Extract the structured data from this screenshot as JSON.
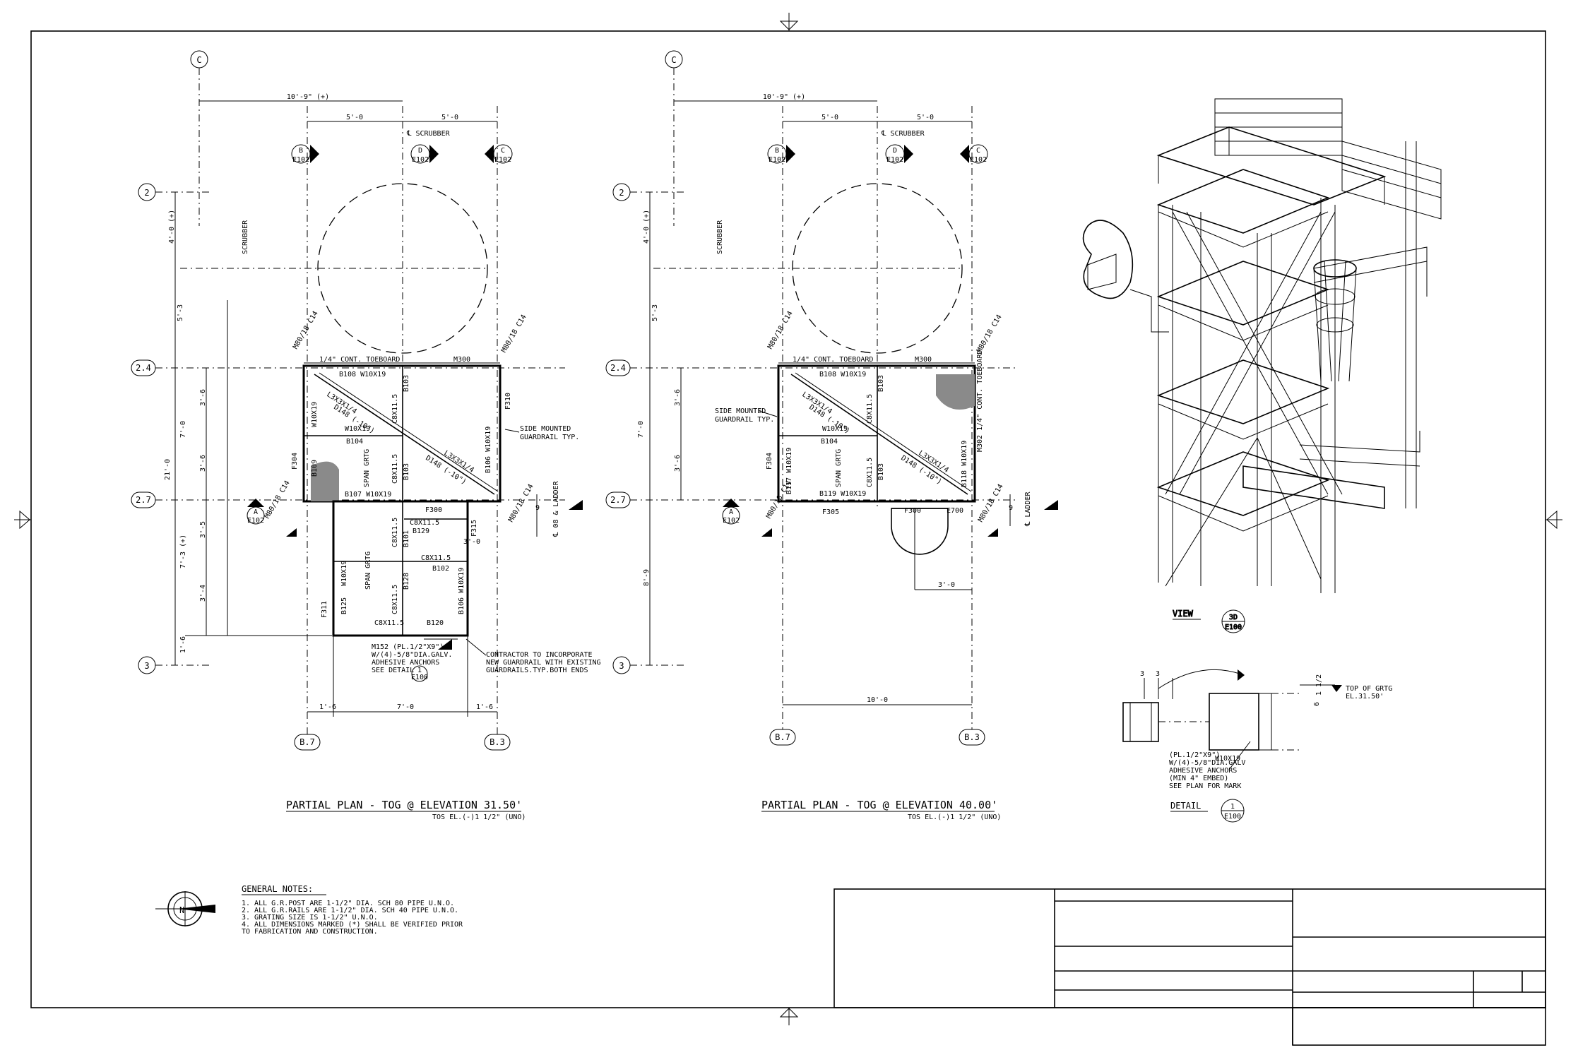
{
  "plan1": {
    "title": "PARTIAL PLAN - TOG @ ELEVATION 31.50'",
    "subtitle": "TOS EL.(-)1 1/2\" (UNO)",
    "grid": {
      "c": "C",
      "r2": "2",
      "r24": "2.4",
      "r27": "2.7",
      "r3": "3",
      "b7": "B.7",
      "b3": "B.3"
    },
    "dims": {
      "top_overall": "10'-9\" (+)",
      "top_left": "5'-0",
      "top_right": "5'-0",
      "left_a": "4'-0 (+)",
      "left_b": "5'-3",
      "left_c": "3'-6",
      "left_d": "3'-6",
      "left_e": "3'-5",
      "left_f": "3'-4",
      "left_g": "1'-6",
      "left_overall_1": "7'-0",
      "left_overall_2": "21'-0",
      "left_overall_3": "7'-3 (+)",
      "bot_left": "1'-6",
      "bot_mid": "7'-0",
      "bot_right": "1'-6",
      "small_30": "3'-0",
      "small_9": "9"
    },
    "sections": {
      "b": "B",
      "d": "D",
      "c": "C",
      "a": "A",
      "sheet": "E102"
    },
    "scrubber": "SCRUBBER",
    "cl_scrubber": "℄ SCRUBBER",
    "toeboard": "1/4\" CONT. TOEBOARD",
    "m300": "M300",
    "members": {
      "b108": "B108  W10X19",
      "b103": "B103",
      "c8a": "C8X11.5",
      "w10": "W10X19",
      "b104": "B104",
      "b109": "B109",
      "f304": "F304",
      "b107": "B107  W10X19",
      "f310": "F310",
      "b106a": "B106 W10X19",
      "l3": "L3X3X1/4",
      "d148": "D148 (-10\")",
      "f300": "F300",
      "b129": "B129",
      "c8b": "C8X11.5",
      "b101": "B101",
      "b102": "B102",
      "b125": "B125",
      "b120": "B120",
      "b106b": "B106 W10X19",
      "f311": "F311",
      "c8c": "C8X11.5",
      "w10k": "W10X19",
      "f315": "F315",
      "b128": "B128",
      "m80": "M80/18 C14"
    },
    "notes": {
      "side_mounted_1": "SIDE MOUNTED",
      "side_mounted_2": "GUARDRAIL TYP.",
      "ladder": "℄ 08 & LADDER",
      "span": "SPAN GRTG",
      "m152_1": "M152 (PL.1/2\"X9\")",
      "m152_2": "W/(4)-5/8\"DIA.GALV.",
      "m152_3": "ADHESIVE ANCHORS",
      "m152_4": "SEE DETAIL",
      "contractor_1": "CONTRACTOR TO INCORPORATE",
      "contractor_2": "NEW GUARDRAIL WITH EXISTING",
      "contractor_3": "GUARDRAILS.TYP.BOTH ENDS",
      "detail_ref": "1",
      "detail_sheet": "E100"
    }
  },
  "plan2": {
    "title": "PARTIAL PLAN - TOG @ ELEVATION 40.00'",
    "subtitle": "TOS EL.(-)1 1/2\" (UNO)",
    "dims": {
      "top_overall": "10'-9\" (+)",
      "top_left": "5'-0",
      "top_right": "5'-0",
      "left_a": "4'-0 (+)",
      "left_b": "5'-3",
      "left_c": "3'-6",
      "left_d": "3'-6",
      "left_e": "8'-9",
      "left_overall_1": "7'-0",
      "bot": "10'-0",
      "small_30": "3'-0",
      "small_9": "9"
    },
    "toeboard": "1/4\" CONT. TOEBOARD",
    "m300": "M300",
    "members": {
      "b108": "B108  W10X19",
      "b103": "B103",
      "c8a": "C8X11.5",
      "w10": "W10X19",
      "b104": "B104",
      "b117": "B117 W10X19",
      "f304": "F304",
      "b119": "B119  W10X19",
      "b118": "B118 W10X19",
      "b103b": "B103",
      "f305": "F305",
      "f300": "F300",
      "e700": "E700",
      "l3": "L3X3X1/4",
      "d148": "D148 (-10\")",
      "m302": "M302 1/4\" CONT. TOEBOARD",
      "m80": "M80/18 C14"
    },
    "notes": {
      "side_mounted_1": "SIDE MOUNTED",
      "side_mounted_2": "GUARDRAIL TYP.",
      "ladder": "℄ LADDER",
      "span": "SPAN GRTG"
    }
  },
  "view": {
    "label": "VIEW",
    "ref": "3D",
    "sheet": "E100"
  },
  "detail": {
    "label": "DETAIL",
    "ref": "1",
    "sheet": "E100",
    "top_grtg": "TOP OF GRTG",
    "elev": "EL.31.50'",
    "w10": "W10X19",
    "dim_3a": "3",
    "dim_3b": "3",
    "dim_6": "6",
    "dim_112": "1 1/2",
    "note_1": "(PL.1/2\"X9\")",
    "note_2": "W/(4)-5/8\"DIA.GALV",
    "note_3": "ADHESIVE ANCHORS",
    "note_4": "(MIN 4\" EMBED)",
    "note_5": "SEE PLAN FOR MARK"
  },
  "general_notes": {
    "title": "GENERAL NOTES:",
    "items": [
      "1.  ALL G.R.POST ARE 1-1/2\" DIA. SCH 80 PIPE U.N.O.",
      "2.  ALL G.R.RAILS ARE 1-1/2\" DIA. SCH 40 PIPE U.N.O.",
      "3.  GRATING SIZE IS 1-1/2\" U.N.O.",
      "4.  ALL DIMENSIONS MARKED (*) SHALL BE VERIFIED PRIOR",
      "     TO FABRICATION AND CONSTRUCTION."
    ]
  },
  "north_label": "N"
}
